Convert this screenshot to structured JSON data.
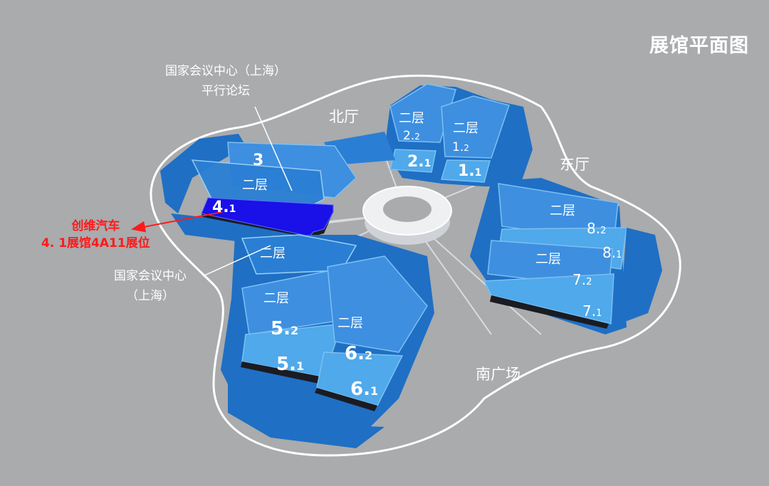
{
  "map": {
    "title": "展馆平面图",
    "areas": {
      "north": "北厅",
      "east": "东厅",
      "south": "南广场"
    },
    "forum_label": [
      "国家会议中心（上海）",
      "平行论坛"
    ],
    "center_label": [
      "国家会议中心",
      "（上海）"
    ],
    "callout": [
      "创维汽车",
      "4. 1展馆4A11展位"
    ],
    "highlight_hall": "4.1",
    "second_floor": "二层",
    "halls": {
      "h2_2": {
        "main": "2.",
        "sub": "2"
      },
      "h2_1": {
        "main": "2.",
        "sub": "1"
      },
      "h1_2": {
        "main": "1.",
        "sub": "2"
      },
      "h1_1": {
        "main": "1.",
        "sub": "1"
      },
      "h3": {
        "main": "3",
        "sub": ""
      },
      "h4_1": {
        "main": "4.",
        "sub": "1"
      },
      "h8_2": {
        "main": "8.",
        "sub": "2"
      },
      "h8_1": {
        "main": "8.",
        "sub": "1"
      },
      "h7_2": {
        "main": "7.",
        "sub": "2"
      },
      "h7_1": {
        "main": "7.",
        "sub": "1"
      },
      "h5_2": {
        "main": "5.",
        "sub": "2"
      },
      "h5_1": {
        "main": "5.",
        "sub": "1"
      },
      "h6_2": {
        "main": "6.",
        "sub": "2"
      },
      "h6_1": {
        "main": "6.",
        "sub": "1"
      }
    },
    "colors": {
      "background": "#a9abad",
      "hall_dark": "#1f6fc4",
      "hall_mid": "#3e8fe0",
      "hall_light": "#4fa9ea",
      "highlight": "#1a10e8",
      "callout": "#ff1a1a",
      "outline": "#ffffff"
    }
  }
}
